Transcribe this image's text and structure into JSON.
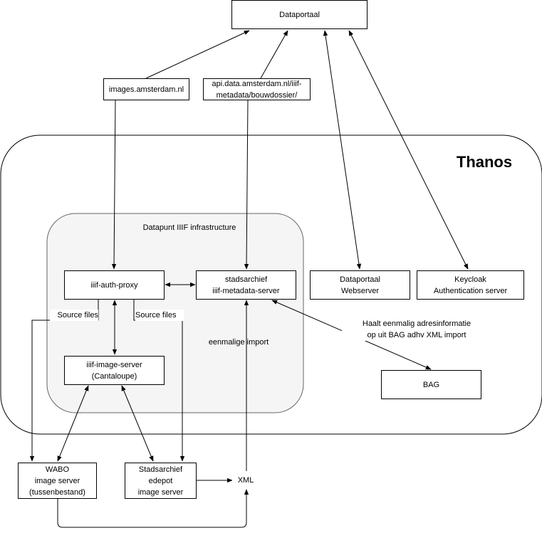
{
  "boxes": {
    "dataportaal": "Dataportaal",
    "images": "images.amsterdam.nl",
    "api_line1": "api.data.amsterdam.nl/iiif-",
    "api_line2": "metadata/bouwdossier/",
    "auth_proxy": "iiif-auth-proxy",
    "meta_line1": "stadsarchief",
    "meta_line2": "iiif-metadata-server",
    "image_server_line1": "iiif-image-server",
    "image_server_line2": "(Cantaloupe)",
    "webserver_line1": "Dataportaal",
    "webserver_line2": "Webserver",
    "keycloak_line1": "Keycloak",
    "keycloak_line2": "Authentication server",
    "bag": "BAG",
    "wabo_line1": "WABO",
    "wabo_line2": "image server",
    "wabo_line3": "(tussenbestand)",
    "edepot_line1": "Stadsarchief",
    "edepot_line2": "edepot",
    "edepot_line3": "image server",
    "xml": "XML"
  },
  "containers": {
    "thanos": "Thanos",
    "iiif_infra": "Datapunt IIIF infrastructure"
  },
  "labels": {
    "source_files_left": "Source files",
    "source_files_right": "Source files",
    "eenmalige_import": "eenmalige import",
    "bag_note_line1": "Haalt eenmalig adresinformatie",
    "bag_note_line2": "op uit BAG adhv XML import"
  }
}
